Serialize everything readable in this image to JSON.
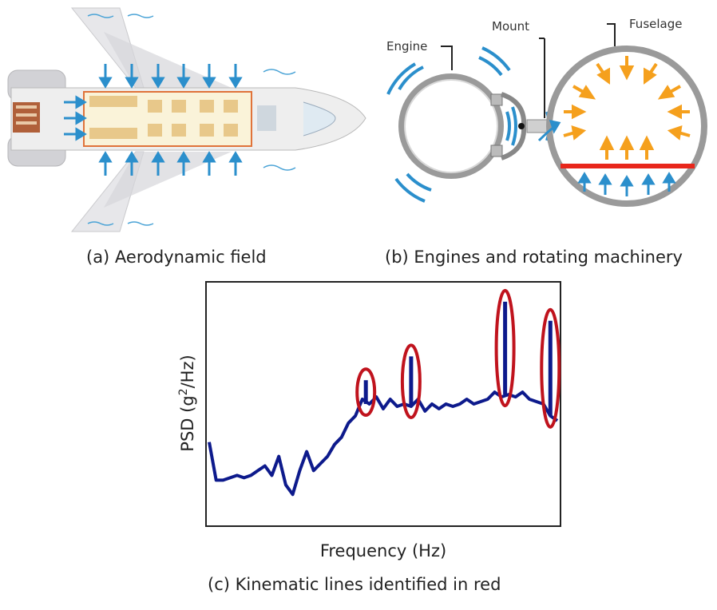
{
  "panel_a": {
    "caption": "(a) Aerodynamic field",
    "icons": [
      "aircraft-top-view",
      "airflow-arrows",
      "vortex-waves"
    ]
  },
  "panel_b": {
    "caption": "(b) Engines and rotating machinery",
    "labels": {
      "engine": "Engine",
      "mount": "Mount",
      "fuselage": "Fuselage"
    },
    "icons": [
      "engine-ring",
      "fuselage-ring",
      "vibration-waves",
      "pressure-arrows"
    ],
    "colors": {
      "arrow_orange": "#f5a01d",
      "arrow_blue": "#2b8fcc",
      "floor_red": "#e8261b"
    }
  },
  "panel_c": {
    "caption": "(c) Kinematic lines identified in red",
    "ylabel_main": "PSD (g",
    "ylabel_sup": "2",
    "ylabel_tail": "/Hz)",
    "xlabel": "Frequency (Hz)",
    "colors": {
      "line": "#0d1a8c",
      "highlight": "#c0131d"
    }
  },
  "chart_data": {
    "type": "line",
    "title": "",
    "xlabel": "Frequency (Hz)",
    "ylabel": "PSD (g^2/Hz)",
    "tick_labels": "none",
    "grid": false,
    "x": [
      0,
      0.02,
      0.04,
      0.06,
      0.08,
      0.1,
      0.12,
      0.14,
      0.16,
      0.18,
      0.2,
      0.22,
      0.24,
      0.26,
      0.28,
      0.3,
      0.32,
      0.34,
      0.36,
      0.38,
      0.4,
      0.42,
      0.44,
      0.46,
      0.48,
      0.5,
      0.52,
      0.54,
      0.56,
      0.58,
      0.6,
      0.62,
      0.64,
      0.66,
      0.68,
      0.7,
      0.72,
      0.74,
      0.76,
      0.78,
      0.8,
      0.82,
      0.84,
      0.86,
      0.88,
      0.9,
      0.92,
      0.94,
      0.96,
      0.98,
      1.0
    ],
    "series": [
      {
        "values": [
          0.34,
          0.18,
          0.18,
          0.19,
          0.2,
          0.19,
          0.2,
          0.22,
          0.24,
          0.2,
          0.28,
          0.16,
          0.12,
          0.22,
          0.3,
          0.22,
          0.25,
          0.28,
          0.33,
          0.36,
          0.42,
          0.45,
          0.52,
          0.5,
          0.53,
          0.48,
          0.52,
          0.49,
          0.5,
          0.49,
          0.52,
          0.47,
          0.5,
          0.48,
          0.5,
          0.49,
          0.5,
          0.52,
          0.5,
          0.51,
          0.52,
          0.55,
          0.53,
          0.54,
          0.53,
          0.55,
          0.52,
          0.51,
          0.5,
          0.45,
          0.43
        ]
      }
    ],
    "kinematic_lines": [
      {
        "x": 0.45,
        "peak": 0.6
      },
      {
        "x": 0.58,
        "peak": 0.7
      },
      {
        "x": 0.85,
        "peak": 0.93
      },
      {
        "x": 0.98,
        "peak": 0.85
      }
    ]
  }
}
